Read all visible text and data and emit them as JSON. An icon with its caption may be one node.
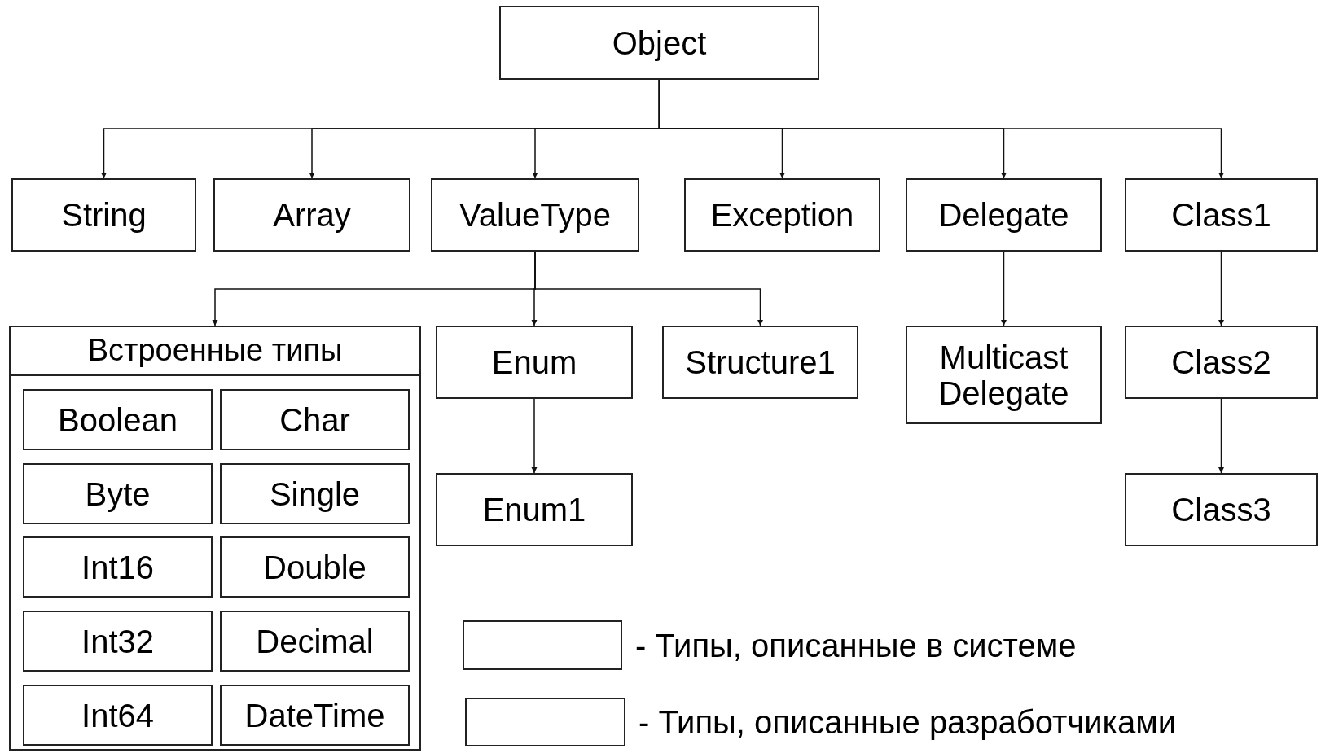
{
  "diagram": {
    "nodes": [
      {
        "text": [
          "Object"
        ]
      },
      {
        "text": [
          "String"
        ]
      },
      {
        "text": [
          "Array"
        ]
      },
      {
        "text": [
          "ValueType"
        ]
      },
      {
        "text": [
          "Exception"
        ]
      },
      {
        "text": [
          "Delegate"
        ]
      },
      {
        "text": [
          "Class1"
        ]
      },
      {
        "text": [
          "Встроенные типы"
        ]
      },
      {
        "text": [
          "Boolean"
        ],
        "in": 7
      },
      {
        "text": [
          "Char"
        ],
        "in": 7
      },
      {
        "text": [
          "Byte"
        ],
        "in": 7
      },
      {
        "text": [
          "Single"
        ],
        "in": 7
      },
      {
        "text": [
          "Int16"
        ],
        "in": 7
      },
      {
        "text": [
          "Double"
        ],
        "in": 7
      },
      {
        "text": [
          "Int32"
        ],
        "in": 7
      },
      {
        "text": [
          "Decimal"
        ],
        "in": 7
      },
      {
        "text": [
          "Int64"
        ],
        "in": 7
      },
      {
        "text": [
          "DateTime"
        ],
        "in": 7
      },
      {
        "text": [
          "Enum"
        ]
      },
      {
        "text": [
          "Structure1"
        ]
      },
      {
        "text": [
          "Multicast Delegate"
        ]
      },
      {
        "text": [
          "Class2"
        ]
      },
      {
        "text": [
          "Enum1"
        ]
      },
      {
        "text": [
          "Class3"
        ]
      }
    ],
    "edges": [
      {
        "from": 0,
        "to": 1,
        "arrow": "to"
      },
      {
        "from": 0,
        "to": 2,
        "arrow": "to"
      },
      {
        "from": 0,
        "to": 3,
        "arrow": "to"
      },
      {
        "from": 0,
        "to": 4,
        "arrow": "to"
      },
      {
        "from": 0,
        "to": 5,
        "arrow": "to"
      },
      {
        "from": 0,
        "to": 6,
        "arrow": "to"
      },
      {
        "from": 3,
        "to": 7,
        "arrow": "to"
      },
      {
        "from": 3,
        "to": 18,
        "arrow": "to"
      },
      {
        "from": 3,
        "to": 19,
        "arrow": "to"
      },
      {
        "from": 5,
        "to": 20,
        "arrow": "to"
      },
      {
        "from": 6,
        "to": 21,
        "arrow": "to"
      },
      {
        "from": 18,
        "to": 22,
        "arrow": "to"
      },
      {
        "from": 21,
        "to": 23,
        "arrow": "to"
      }
    ],
    "legend": [
      {
        "text": "- Типы, описанные в системе"
      },
      {
        "text": "- Типы, описанные разработчиками"
      }
    ]
  }
}
